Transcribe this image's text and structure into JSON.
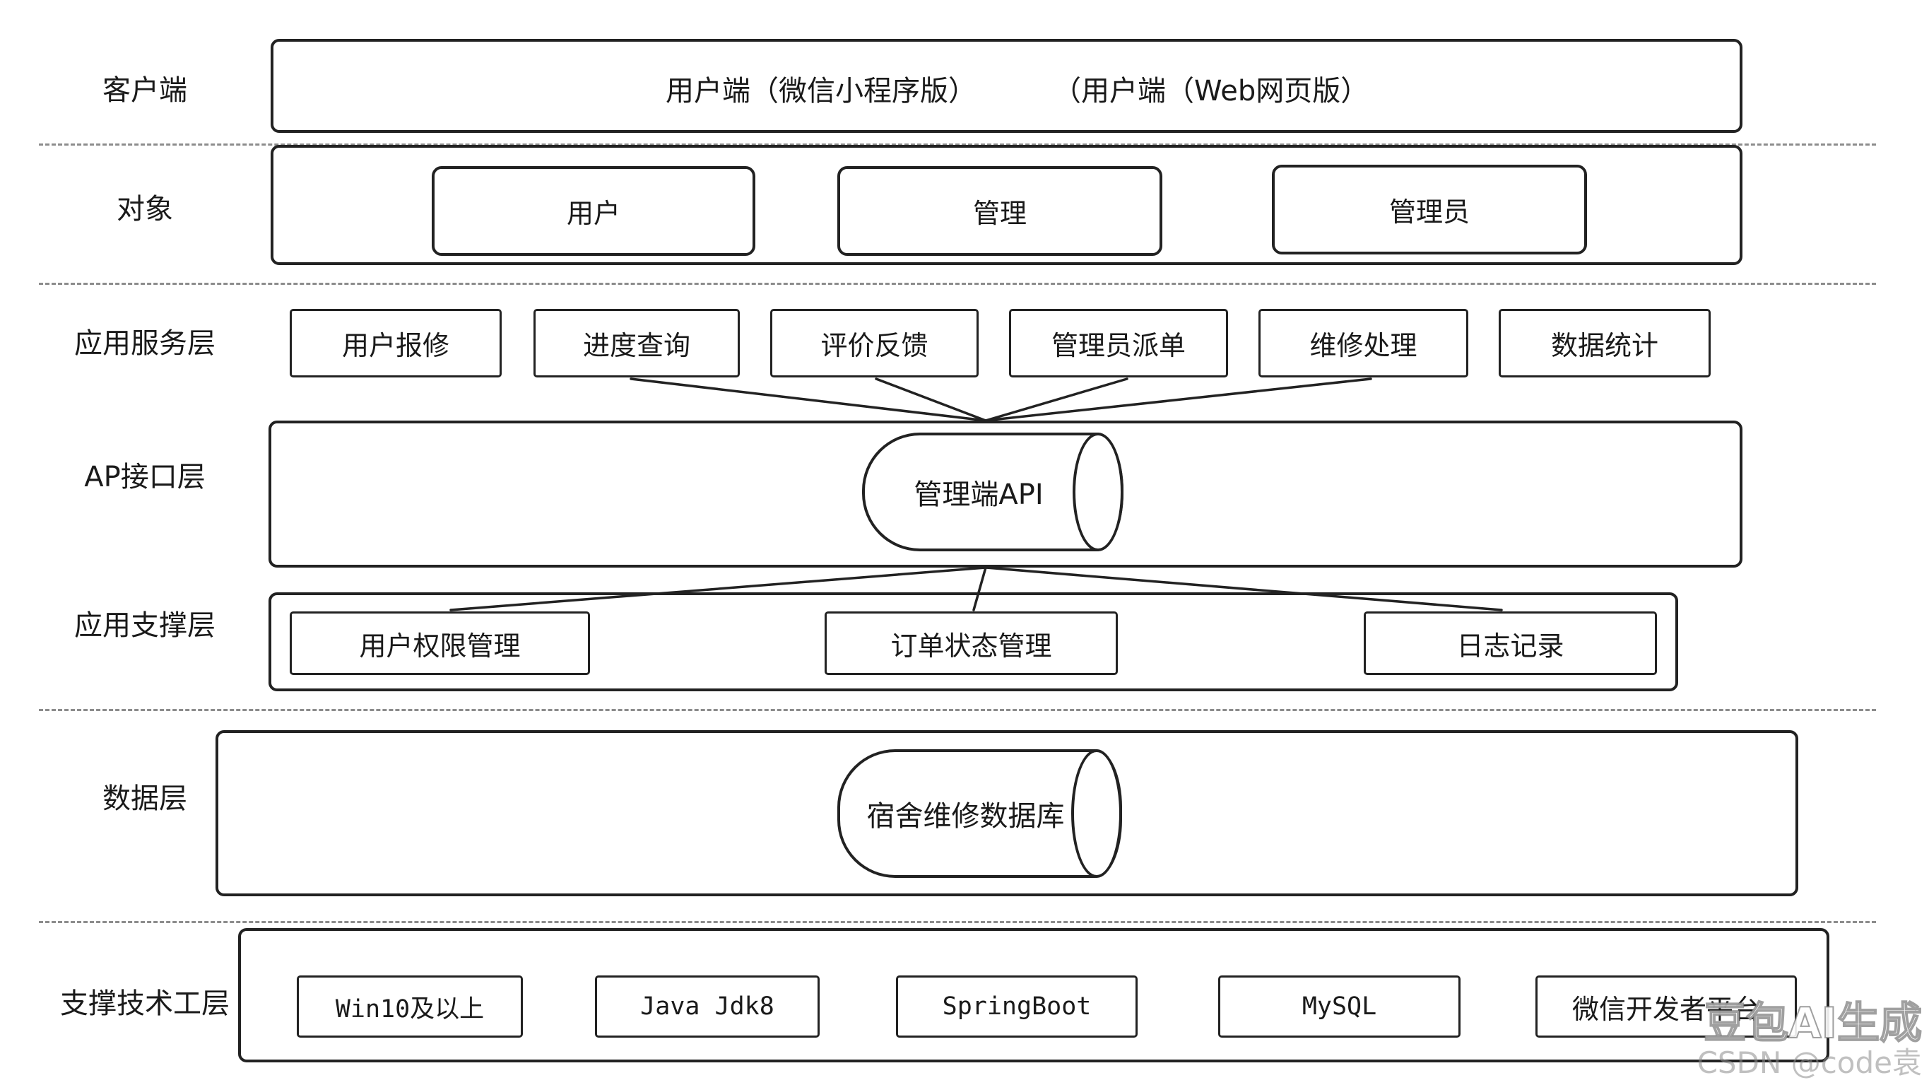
{
  "layers": {
    "client": "客户端",
    "objects": "对象",
    "app_service": "应用服务层",
    "api": "AP接口层",
    "app_support": "应用支撑层",
    "data": "数据层",
    "tech": "支撑技术工层"
  },
  "client": {
    "mini_program": "用户端（微信小程序版）",
    "web": "（用户端（Web网页版）"
  },
  "objects": [
    "用户",
    "管理",
    "管理员"
  ],
  "app_services": [
    "用户报修",
    "进度查询",
    "评价反馈",
    "管理员派单",
    "维修处理",
    "数据统计"
  ],
  "api": {
    "name": "管理端API"
  },
  "app_support": [
    "用户权限管理",
    "订单状态管理",
    "日志记录"
  ],
  "data": {
    "db": "宿舍维修数据库"
  },
  "tech": [
    "Win10及以上",
    "Java Jdk8",
    "SpringBoot",
    "MySQL",
    "微信开发者平台"
  ],
  "watermark": {
    "line1": "豆包AI生成",
    "line2": "CSDN @code袁"
  }
}
